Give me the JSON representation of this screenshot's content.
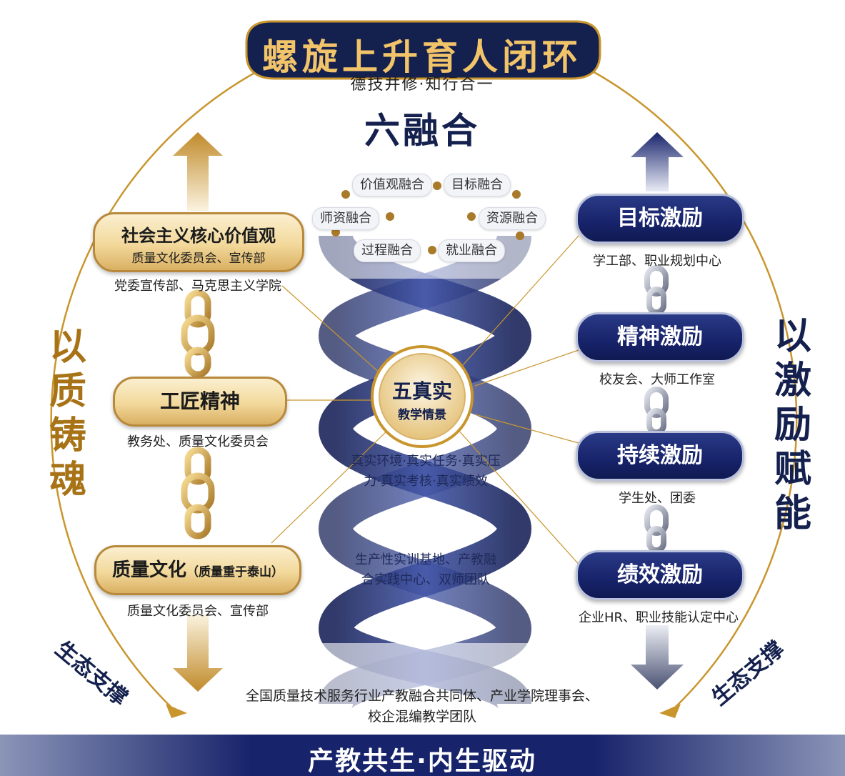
{
  "title": "螺旋上升育人闭环",
  "subtitle": "德技并修·知行合一",
  "six_fusion": {
    "title": "六融合",
    "items": [
      "价值观融合",
      "目标融合",
      "师资融合",
      "资源融合",
      "过程融合",
      "就业融合"
    ]
  },
  "left": {
    "side_label": "以质铸魂",
    "items": [
      {
        "label": "社会主义核心价值观",
        "sub": "质量文化委员会、宣传部",
        "dept": "党委宣传部、马克思主义学院"
      },
      {
        "label": "工匠精神",
        "dept": "教务处、质量文化委员会"
      },
      {
        "label": "质量文化",
        "note": "（质量重于泰山）",
        "dept": "质量文化委员会、宣传部"
      }
    ]
  },
  "right": {
    "side_label": "以激励赋能",
    "items": [
      {
        "label": "目标激励",
        "dept": "学工部、职业规划中心"
      },
      {
        "label": "精神激励",
        "dept": "校友会、大师工作室"
      },
      {
        "label": "持续激励",
        "dept": "学生处、团委"
      },
      {
        "label": "绩效激励",
        "dept": "企业HR、职业技能认定中心"
      }
    ]
  },
  "center": {
    "title": "五真实",
    "subtitle": "教学情景",
    "real_line1": "真实环境·真实任务·真实压",
    "real_line2": "力·真实考核·真实绩效",
    "base_line1": "生产性实训基地、产教融",
    "base_line2": "合实践中心、双师团队"
  },
  "bottom": {
    "line1": "全国质量技术服务行业产教融合共同体、产业学院理事会、",
    "line2": "校企混编教学团队",
    "banner": "产教共生·内生驱动",
    "eco_left": "生态支撑",
    "eco_right": "生态支撑"
  },
  "colors": {
    "navy": "#14204d",
    "gold": "#c9962e",
    "gold_light": "#f2d89a",
    "title_gold": "#f2c46a"
  },
  "icons": [
    "up-arrow-icon",
    "down-arrow-icon",
    "chain-link-icon",
    "curved-arrow-icon"
  ]
}
